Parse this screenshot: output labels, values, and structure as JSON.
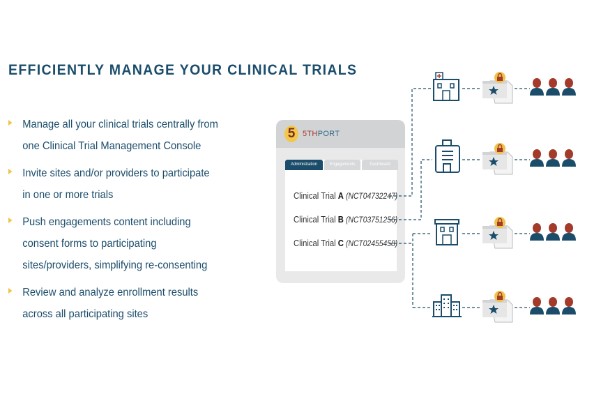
{
  "title": "EFFICIENTLY MANAGE YOUR CLINICAL TRIALS",
  "bullets": [
    "Manage all your clinical trials centrally from one Clinical Trial Management Console",
    "Invite sites and/or providers to participate in one or more trials",
    "Push engagements content including consent forms to participating sites/providers, simplifying re-consenting",
    "Review and analyze enrollment results across all participating sites"
  ],
  "console": {
    "logo_number": "5",
    "logo_text_a": "5TH",
    "logo_text_b": "PORT",
    "tabs": [
      "Administration",
      "Engagements",
      "Dashboard"
    ],
    "trials": [
      {
        "prefix": "Clinical Trial ",
        "letter": "A",
        "id": "(NCT04732247)"
      },
      {
        "prefix": "Clinical Trial ",
        "letter": "B",
        "id": "(NCT03751256)"
      },
      {
        "prefix": "Clinical Trial ",
        "letter": "C",
        "id": "(NCT02455458)"
      }
    ]
  },
  "colors": {
    "navy": "#1b4d6b",
    "red": "#a33a2a",
    "yellow": "#f0c24a",
    "gray": "#e9e9ea"
  },
  "icons": [
    "hospital-icon",
    "office-building-icon",
    "clinic-icon",
    "city-buildings-icon",
    "locked-document-icon",
    "patient-icon"
  ]
}
